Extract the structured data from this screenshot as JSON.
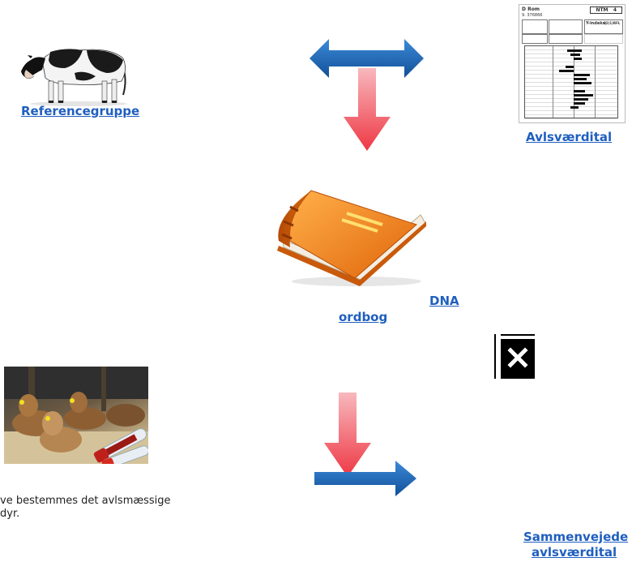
{
  "reference": {
    "link": "Referencegruppe"
  },
  "breeding": {
    "link": "Avlsværdital"
  },
  "dna": {
    "link_line1": "DNA",
    "link_line2": "ordbog"
  },
  "combined": {
    "link_line1": "Sammenvejede",
    "link_line2": "avlsværdital"
  },
  "caption": {
    "line1": "ve bestemmes det avlsmæssige",
    "line2": "dyr."
  },
  "icons": [
    "cow-image",
    "double-arrow-icon",
    "down-arrow-icon",
    "report-image",
    "book-icon",
    "close-icon",
    "calves-image",
    "down-right-arrow-icon"
  ],
  "colors": {
    "link": "#1f5fbf",
    "arrow_blue": "#1d64b4",
    "arrow_red": "#ee4a52",
    "book_orange": "#f07d12"
  },
  "report": {
    "name": "D Rom",
    "id": "9. 376866",
    "ntm_label": "NTM",
    "ntm_value": "4",
    "y_index_label": "Y-indeks:",
    "y_index_value": "12(1)RFL"
  }
}
